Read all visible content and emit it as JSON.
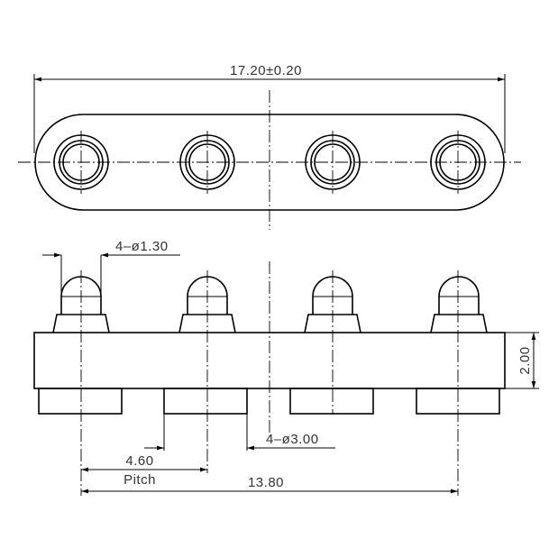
{
  "drawing": {
    "top_view": {
      "overall_length": "17.20±0.20"
    },
    "front_view": {
      "pin_diameter": "4–ø1.30",
      "body_height": "2.00",
      "base_diameter": "4–ø3.00",
      "pitch_value": "4.60",
      "pitch_label": "Pitch",
      "span": "13.80"
    },
    "pin_count": 4
  }
}
